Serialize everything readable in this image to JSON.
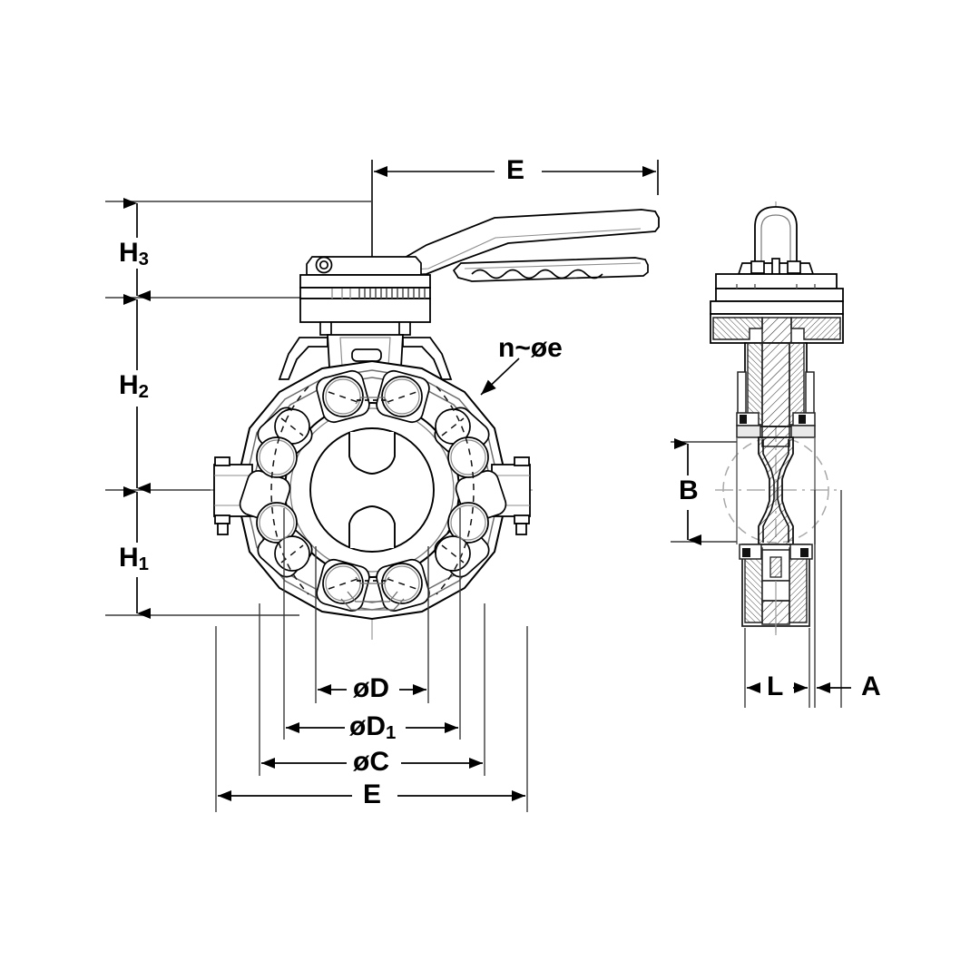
{
  "drawing": {
    "title": "Butterfly valve lug-type dimensional drawing",
    "background_color": "#ffffff",
    "line_color": "#1a1a1a",
    "views": [
      {
        "name": "front-view",
        "description": "Front elevation of lug butterfly valve with lever handle"
      },
      {
        "name": "side-section-view",
        "description": "Side cross-section view of butterfly valve"
      }
    ]
  },
  "dimensions": {
    "E_top": {
      "label": "E",
      "view": "front-view",
      "orientation": "horizontal",
      "note": "overall handle length"
    },
    "H3": {
      "label_main": "H",
      "label_sub": "3",
      "view": "front-view",
      "orientation": "vertical"
    },
    "H2": {
      "label_main": "H",
      "label_sub": "2",
      "view": "front-view",
      "orientation": "vertical"
    },
    "H1": {
      "label_main": "H",
      "label_sub": "1",
      "view": "front-view",
      "orientation": "vertical"
    },
    "bolt_callout": {
      "label": "n~øe",
      "view": "front-view",
      "note": "number and diameter of bolt holes"
    },
    "D": {
      "label": "øD",
      "view": "front-view",
      "orientation": "horizontal"
    },
    "D1": {
      "label_main": "øD",
      "label_sub": "1",
      "view": "front-view",
      "orientation": "horizontal"
    },
    "C": {
      "label": "øC",
      "view": "front-view",
      "orientation": "horizontal"
    },
    "E_bottom": {
      "label": "E",
      "view": "front-view",
      "orientation": "horizontal"
    },
    "B": {
      "label": "B",
      "view": "side-section-view",
      "orientation": "vertical"
    },
    "L": {
      "label": "L",
      "view": "side-section-view",
      "orientation": "horizontal"
    },
    "A": {
      "label": "A",
      "view": "side-section-view",
      "orientation": "horizontal"
    }
  }
}
